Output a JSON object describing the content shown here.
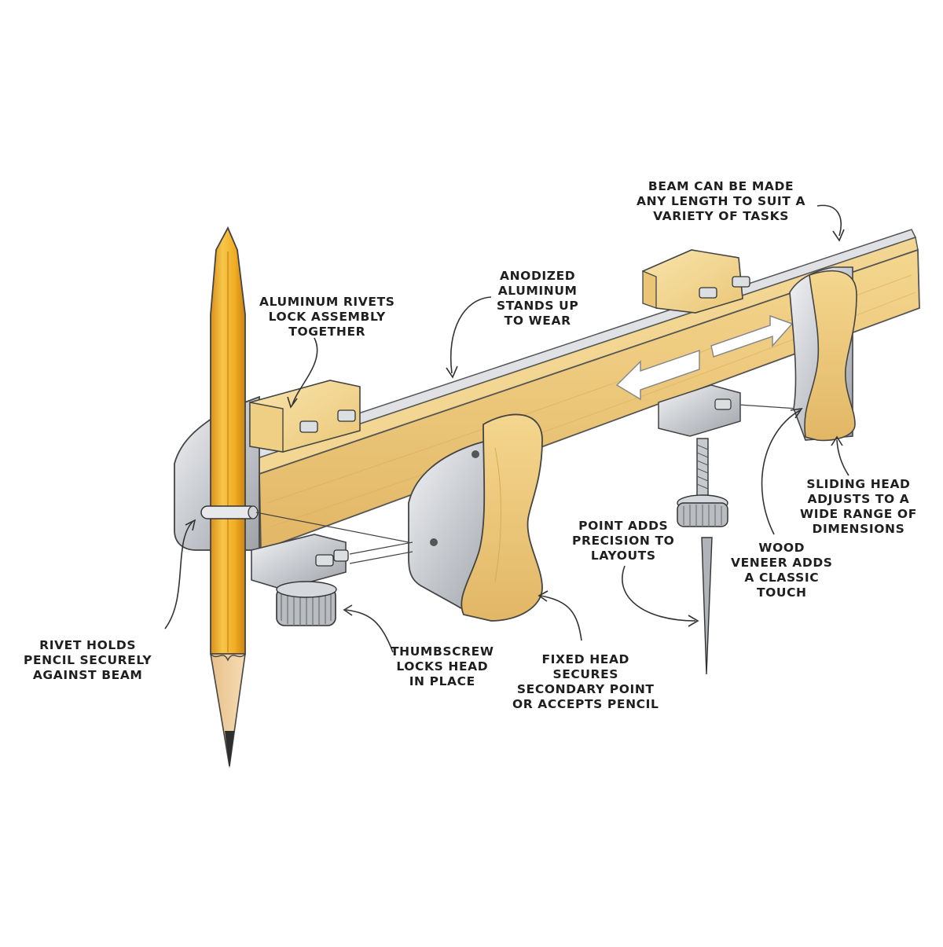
{
  "labels": {
    "beam_length": [
      "BEAM CAN BE MADE",
      "ANY LENGTH TO SUIT A",
      "VARIETY OF TASKS"
    ],
    "anodized": [
      "ANODIZED",
      "ALUMINUM",
      "STANDS UP",
      "TO WEAR"
    ],
    "rivets": [
      "ALUMINUM RIVETS",
      "LOCK ASSEMBLY",
      "TOGETHER"
    ],
    "sliding_head": [
      "SLIDING HEAD",
      "ADJUSTS TO A",
      "WIDE RANGE OF",
      "DIMENSIONS"
    ],
    "point": [
      "POINT ADDS",
      "PRECISION TO",
      "LAYOUTS"
    ],
    "veneer": [
      "WOOD",
      "VENEER ADDS",
      "A CLASSIC",
      "TOUCH"
    ],
    "rivet_pencil": [
      "RIVET HOLDS",
      "PENCIL SECURELY",
      "AGAINST BEAM"
    ],
    "thumbscrew": [
      "THUMBSCREW",
      "LOCKS HEAD",
      "IN PLACE"
    ],
    "fixed_head": [
      "FIXED HEAD",
      "SECURES",
      "SECONDARY POINT",
      "OR ACCEPTS PENCIL"
    ]
  },
  "colors": {
    "wood_light": "#f6dc9a",
    "wood_mid": "#edc874",
    "wood_dark": "#d8ac55",
    "metal_light": "#eef0f2",
    "metal_mid": "#c9ccd0",
    "metal_dark": "#8e9297",
    "pencil_yellow": "#f5b82a",
    "pencil_shade": "#d9901a",
    "pencil_tip": "#3a3a3a",
    "ink": "#2b2b2b"
  }
}
